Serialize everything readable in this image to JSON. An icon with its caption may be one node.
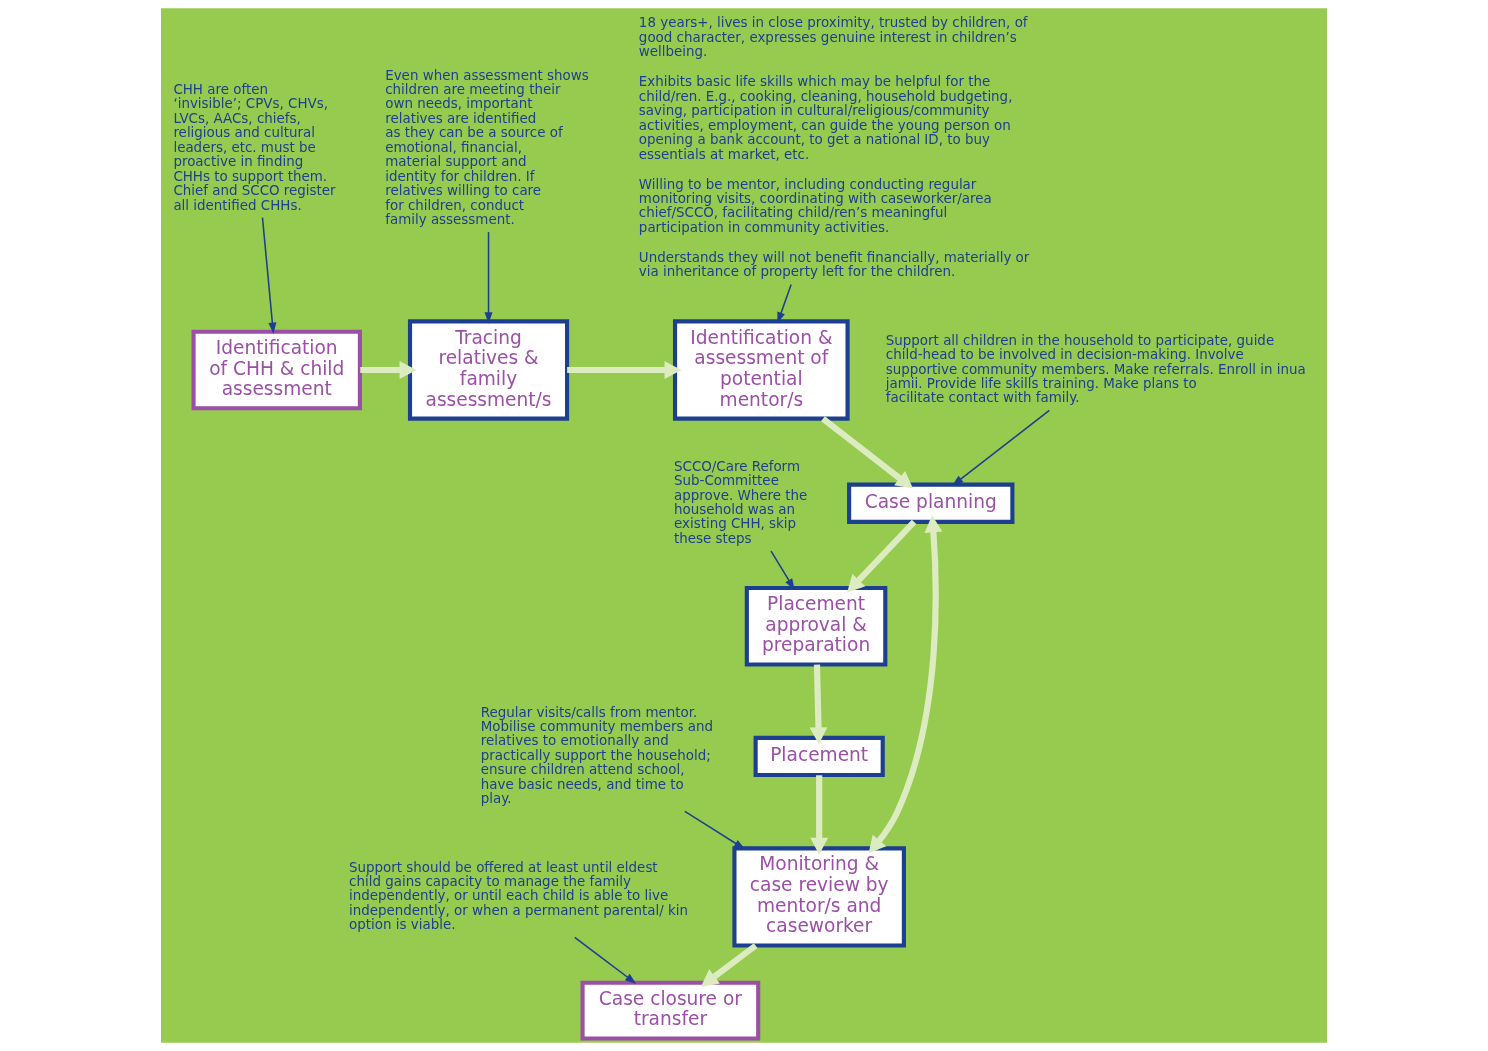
{
  "diagram": {
    "nodes": [
      {
        "text": [
          "Identification of CHH & child assessment"
        ]
      },
      {
        "text": [
          "Tracing relatives & family assessment/s"
        ]
      },
      {
        "text": [
          "Identification & assessment of potential mentor/s"
        ]
      },
      {
        "text": [
          "Case planning"
        ]
      },
      {
        "text": [
          "Placement approval & preparation"
        ]
      },
      {
        "text": [
          "Placement"
        ]
      },
      {
        "text": [
          "Monitoring & case review by mentor/s and caseworker"
        ]
      },
      {
        "text": [
          "Case closure or transfer"
        ]
      },
      {
        "text": [
          "CHH are often ‘invisible’; CPVs, CHVs, LVCs, AACs, chiefs, religious and cultural leaders, etc. must be proactive in finding CHHs to support them. Chief and SCCO register all identified CHHs."
        ]
      },
      {
        "text": [
          "Even when assessment shows children are meeting their own needs, important relatives are identified as they can be a source of emotional, financial, material support and identity for children. If relatives willing to care for children, conduct family assessment."
        ]
      },
      {
        "text": [
          "Support all children in the household to participate, guide child-head to be involved in decision-making. Involve supportive community members. Make referrals. Enroll in inua jamii. Provide life skills training. Make plans to facilitate contact with family."
        ]
      },
      {
        "text": [
          "SCCO/Care Reform Sub-Committee approve. Where the household was an existing CHH, skip these steps"
        ]
      },
      {
        "text": [
          "18 years+, lives in close proximity, trusted by children, of good character, expresses genuine interest in children’s wellbeing.",
          "Exhibits basic life skills which may be helpful for the child/ren. E.g., cooking, cleaning, household budgeting, saving, participation in cultural/religious/community activities, employment, can guide the young person on opening a bank account, to get a national ID, to buy essentials at market, etc.",
          "Willing to be mentor, including conducting regular monitoring visits, coordinating with caseworker/area chief/SCCO, facilitating child/ren’s meaningful participation in community activities.",
          "Understands they will not benefit financially, materially or via inheritance of property left for the children."
        ]
      },
      {
        "text": [
          "Regular visits/calls from mentor. Mobilise community members and relatives to emotionally and practically support the household; ensure children attend school, have basic needs, and time to play."
        ]
      },
      {
        "text": [
          "Support should be offered at least until eldest child gains capacity to manage the family independently, or until each child is able to live independently, or when a permanent parental/ kin option is viable."
        ]
      }
    ],
    "edges": [
      {
        "from": 0,
        "to": 1,
        "arrow": "to"
      },
      {
        "from": 1,
        "to": 2,
        "arrow": "to"
      },
      {
        "from": 2,
        "to": 3,
        "arrow": "to"
      },
      {
        "from": 3,
        "to": 4,
        "arrow": "to"
      },
      {
        "from": 4,
        "to": 5,
        "arrow": "to"
      },
      {
        "from": 5,
        "to": 6,
        "arrow": "to"
      },
      {
        "from": 3,
        "to": 6,
        "arrow": "both"
      },
      {
        "from": 6,
        "to": 7,
        "arrow": "to"
      },
      {
        "from": 8,
        "to": 0,
        "arrow": "to",
        "color": "#1d3f8f"
      },
      {
        "from": 9,
        "to": 1,
        "arrow": "to",
        "color": "#1d3f8f"
      },
      {
        "from": 10,
        "to": 3,
        "arrow": "to",
        "color": "#1d3f8f"
      },
      {
        "from": 11,
        "to": 4,
        "arrow": "to",
        "color": "#1d3f8f"
      },
      {
        "from": 12,
        "to": 2,
        "arrow": "to",
        "color": "#1d3f8f"
      },
      {
        "from": 13,
        "to": 6,
        "arrow": "to",
        "color": "#1d3f8f"
      },
      {
        "from": 14,
        "to": 7,
        "arrow": "to",
        "color": "#1d3f8f"
      }
    ]
  }
}
